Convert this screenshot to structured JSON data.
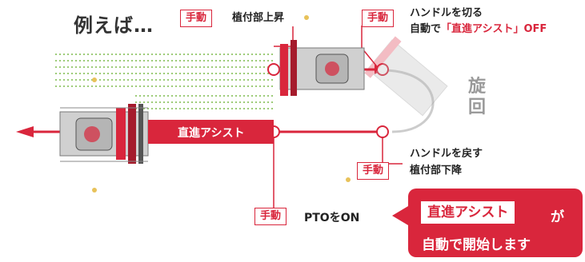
{
  "title": "例えば…",
  "manual_label": "手動",
  "step_raise": {
    "text": "植付部上昇"
  },
  "step_cut": {
    "line1": "ハンドルを切る",
    "line2_pre": "自動で",
    "line2_red": "「直進アシスト」",
    "line2_post": "OFF"
  },
  "turn_label": {
    "line1": "旋",
    "line2": "回"
  },
  "band_label": "直進アシスト",
  "step_return": {
    "line1": "ハンドルを戻す",
    "line2": "植付部下降"
  },
  "step_pto": {
    "text": "PTOをON"
  },
  "callout": {
    "box": "直進アシスト",
    "suffix": "が",
    "line2": "自動で開始します"
  },
  "colors": {
    "accent": "#d9263c",
    "text": "#222222",
    "turn_gray": "#9a9a9a",
    "dots": "#7dbb4c"
  },
  "icons": [
    "tractor-rice-transplanter-illustration",
    "arrow-left-icon",
    "arrow-right-icon"
  ]
}
